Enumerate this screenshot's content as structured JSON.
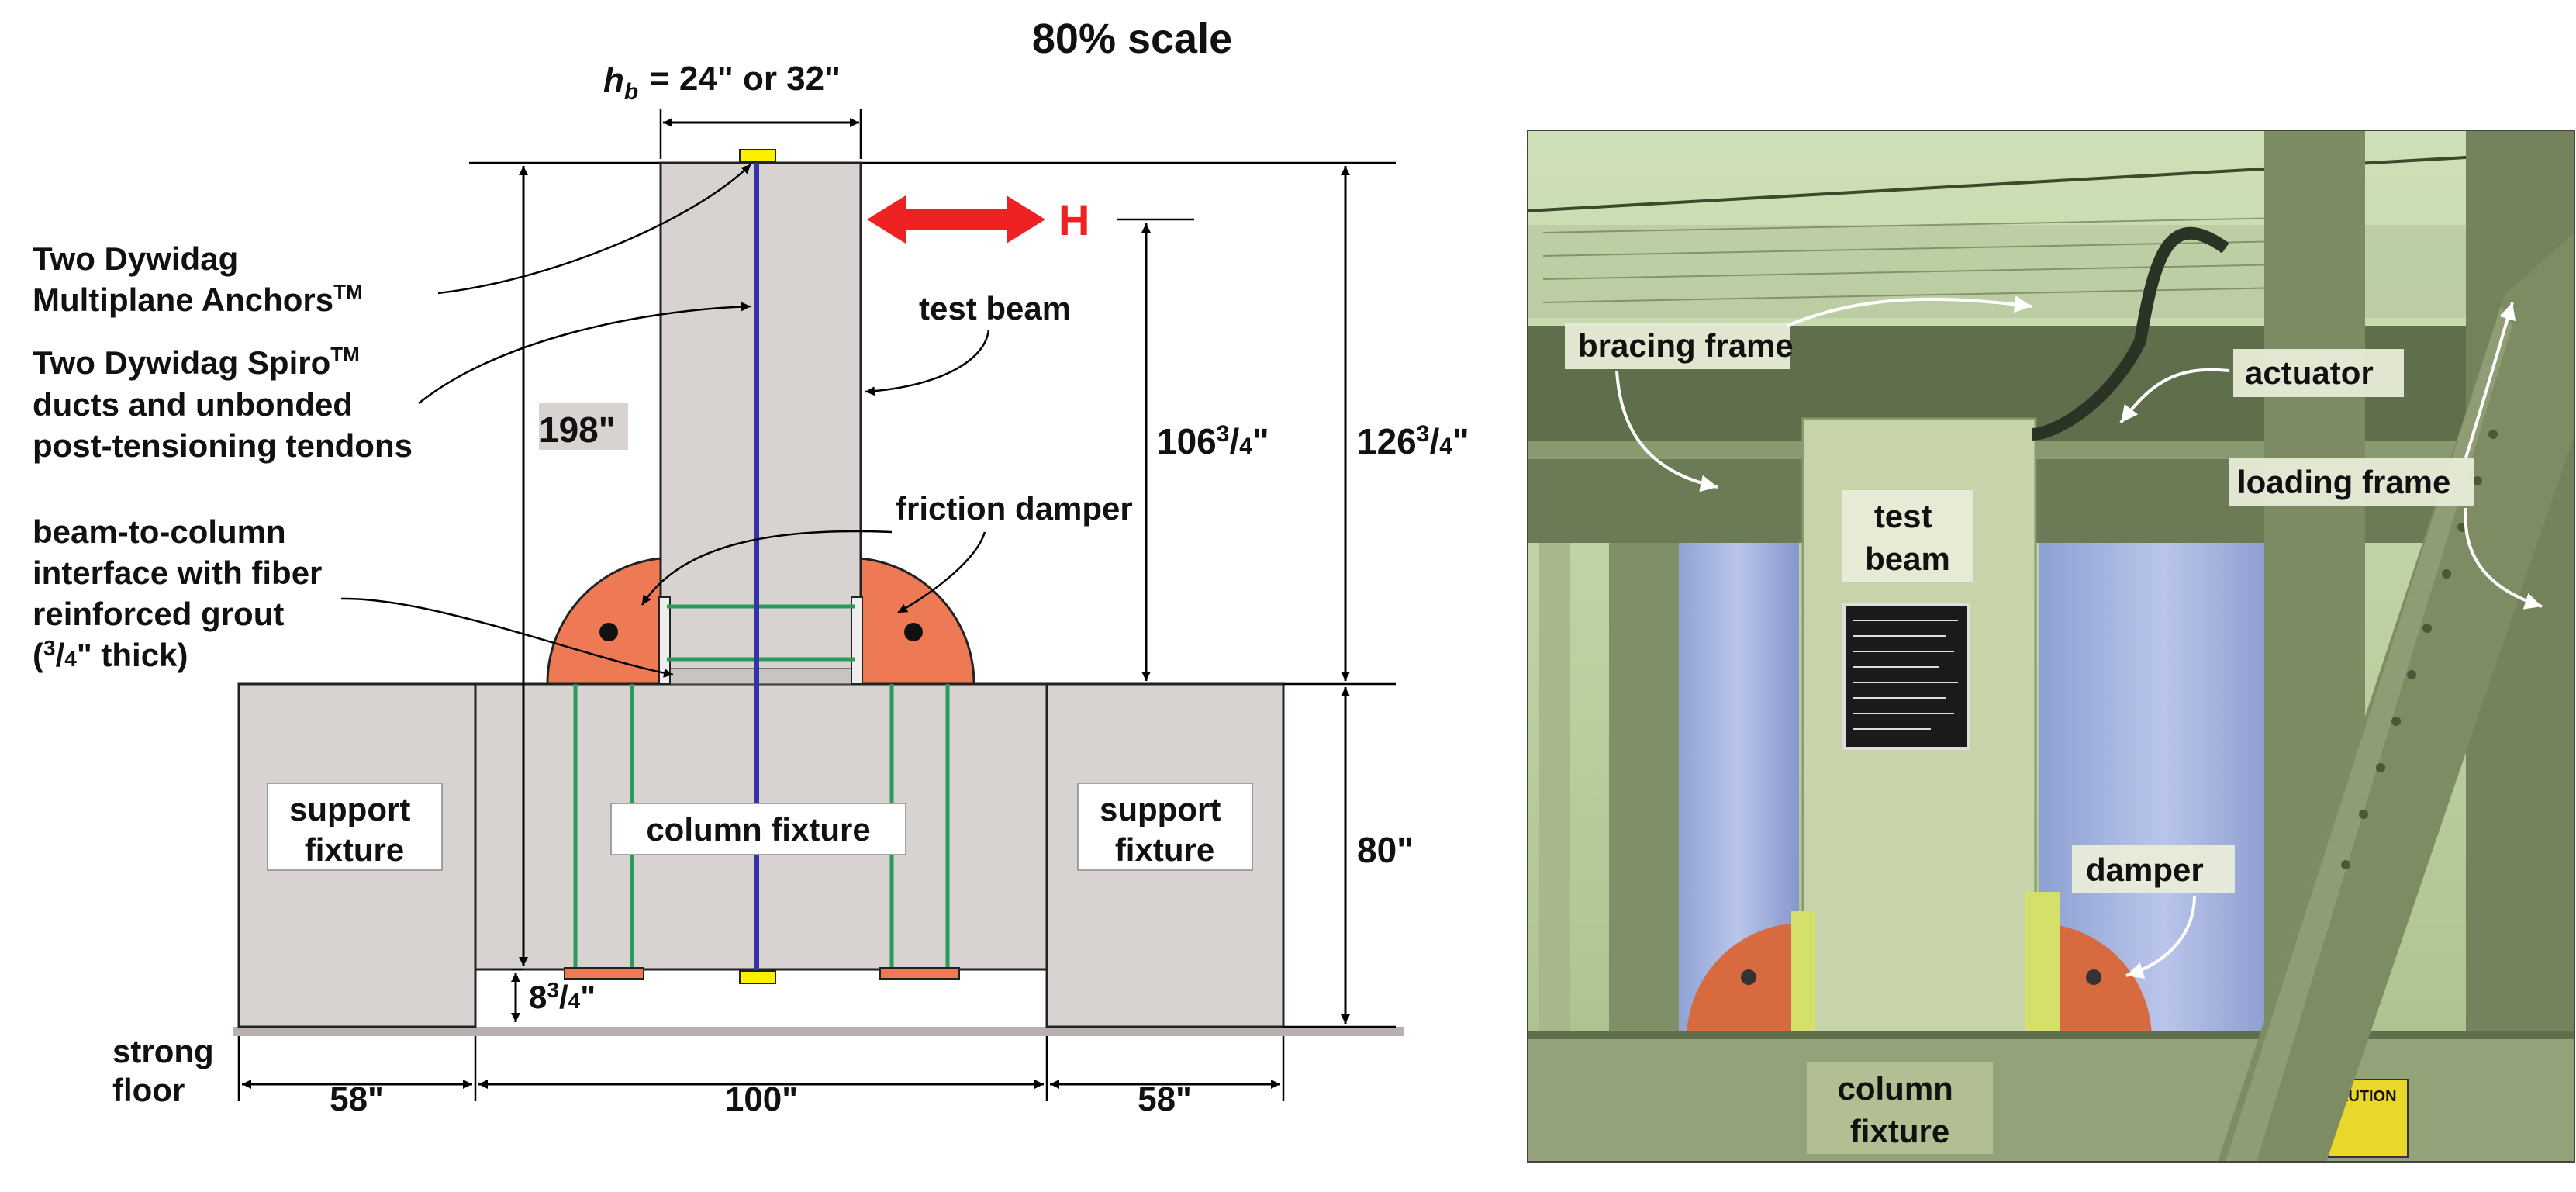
{
  "title": "80% scale",
  "hb_label": "= 24\" or 32\"",
  "h_sym": "h",
  "h_sub": "b",
  "force": "H",
  "labels": {
    "anchors_l1": "Two Dywidag",
    "anchors_l2": "Multiplane Anchors",
    "tm": "TM",
    "ducts_l1": "Two Dywidag Spiro",
    "ducts_l2": "ducts and unbonded",
    "ducts_l3": "post-tensioning tendons",
    "interface_l1": "beam-to-column",
    "interface_l2": "interface with fiber",
    "interface_l3": "reinforced grout",
    "interface_l4_open": "(",
    "interface_l4_num": "3",
    "interface_l4_slash": "/",
    "interface_l4_den": "4",
    "interface_l4_rest": "\" thick)",
    "test_beam": "test beam",
    "friction_damper": "friction damper",
    "support_l1": "support",
    "support_l2": "fixture",
    "column_fixture": "column fixture",
    "strong_l1": "strong",
    "strong_l2": "floor"
  },
  "dims": {
    "d198": "198\"",
    "d106_whole": "106",
    "d126_whole": "126",
    "frac_num": "3",
    "frac_den": "4",
    "frac_slash": "/",
    "frac_inch": "\"",
    "d80": "80\"",
    "d8_whole": "8",
    "d58": "58\"",
    "d100": "100\""
  },
  "photo": {
    "bracing_frame": "bracing frame",
    "actuator": "actuator",
    "loading_frame": "loading frame",
    "test": "test",
    "beam": "beam",
    "damper": "damper",
    "column": "column",
    "fixture": "fixture",
    "caution": "CAUTION"
  },
  "colors": {
    "concrete": "#d8d3d1",
    "tendon": "#3333aa",
    "rebar": "#2a9a5a",
    "damper": "#ee7a55",
    "arrow_red": "#ee2222",
    "anchor": "#ffee00"
  }
}
